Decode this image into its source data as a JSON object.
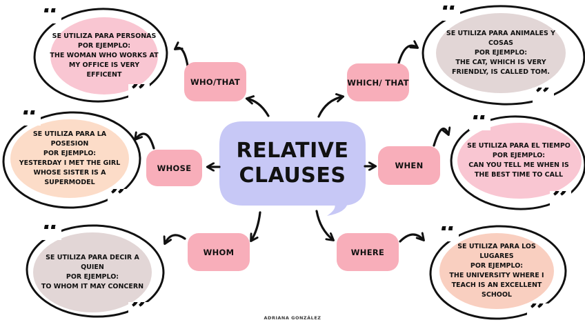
{
  "title": {
    "line1": "RELATIVE",
    "line2": "CLAUSES"
  },
  "credit": "ADRIANA GONZÁLEZ",
  "glyphs": {
    "quote_open": "“",
    "quote_close": "”"
  },
  "colors": {
    "bubble_lavender": "#c7c8f6",
    "label_pink": "#f8aeba",
    "oval_pink": "#f9c6d2",
    "oval_mauve": "#e2d6d6",
    "oval_peach": "#fcdcc8",
    "oval_peach_pink": "#f9cfc0",
    "line_black": "#111111"
  },
  "branches": [
    {
      "id": "who-that",
      "label": "WHO/THAT",
      "note": "SE UTILIZA PARA PERSONAS\nPOR EJEMPLO:\nTHE WOMAN WHO WORKS AT\nMY OFFICE IS VERY\nEFFICENT"
    },
    {
      "id": "which-that",
      "label": "WHICH/ THAT",
      "note": "SE UTILIZA PARA ANIMALES Y\nCOSAS\nPOR EJEMPLO:\nTHE CAT, WHICH IS VERY\nFRIENDLY, IS CALLED TOM."
    },
    {
      "id": "whose",
      "label": "WHOSE",
      "note": "SE UTILIZA PARA LA\nPOSESION\nPOR EJEMPLO:\nYESTERDAY I MET THE GIRL\nWHOSE SISTER IS A\nSUPERMODEL"
    },
    {
      "id": "when",
      "label": "WHEN",
      "note": "SE UTILIZA PARA EL TIEMPO\nPOR EJEMPLO:\nCAN YOU TELL ME WHEN IS\nTHE BEST TIME TO CALL"
    },
    {
      "id": "whom",
      "label": "WHOM",
      "note": "SE UTILIZA PARA DECIR A\nQUIEN\nPOR EJEMPLO:\nTO WHOM IT MAY CONCERN"
    },
    {
      "id": "where",
      "label": "WHERE",
      "note": "SE UTILIZA PARA LOS\nLUGARES\nPOR EJEMPLO:\nTHE UNIVERSITY WHERE I\nTEACH IS AN EXCELLENT\nSCHOOL"
    }
  ]
}
